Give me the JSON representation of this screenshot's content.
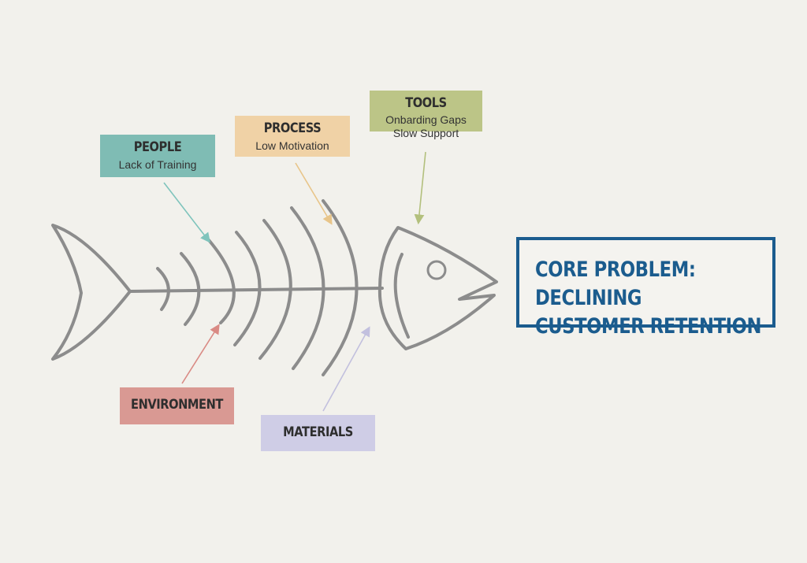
{
  "categories": {
    "people": {
      "title": "PEOPLE",
      "items": [
        "Lack of Training"
      ],
      "color": "#7fbcb4",
      "arrow_color": "#7fc4bc"
    },
    "process": {
      "title": "PROCESS",
      "items": [
        "Low Motivation"
      ],
      "color": "#f0d2a6",
      "arrow_color": "#e8c58a"
    },
    "tools": {
      "title": "TOOLS",
      "items": [
        "Onbarding Gaps",
        "Slow Support"
      ],
      "color": "#bcc587",
      "arrow_color": "#b3c07d"
    },
    "environment": {
      "title": "ENVIRONMENT",
      "items": [],
      "color": "#d99993",
      "arrow_color": "#d98a84"
    },
    "materials": {
      "title": "MATERIALS",
      "items": [],
      "color": "#cfcde6",
      "arrow_color": "#c2c0de"
    }
  },
  "core_problem": {
    "line1": "CORE PROBLEM: DECLINING",
    "line2": "CUSTOMER RETENTION",
    "color": "#1b5c8e"
  },
  "fish": {
    "stroke_color": "#8c8c8c"
  }
}
